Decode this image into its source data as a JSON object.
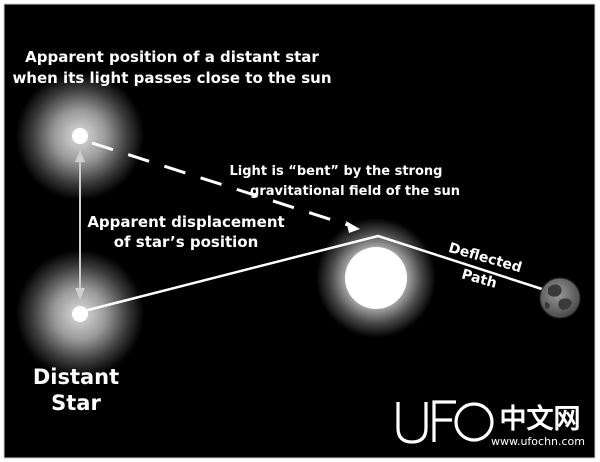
{
  "diagram": {
    "apparent_position_label_line1": "Apparent position of a distant star",
    "apparent_position_label_line2": "when its light passes close to the sun",
    "light_bent_label_line1": "Light is “bent” by the strong",
    "light_bent_label_line2": "gravitational field of the sun",
    "displacement_label_line1": "Apparent displacement",
    "displacement_label_line2": "of star’s position",
    "deflected_label_line1": "Deflected",
    "deflected_label_line2": "Path",
    "distant_star_label_line1": "Distant",
    "distant_star_label_line2": "Star"
  },
  "watermark": {
    "logo_latin": "UFO",
    "logo_cjk": "中文网",
    "url": "www.ufochn.com"
  },
  "colors": {
    "background": "#000000",
    "frame": "#ffffff",
    "line": "#ffffff",
    "earth": "#7a7a7a",
    "earth_land": "#3a3a3a"
  },
  "icons": {
    "sun": "sun-icon",
    "earth": "earth-icon",
    "star": "star-icon",
    "apparent_star": "apparent-star-icon"
  }
}
